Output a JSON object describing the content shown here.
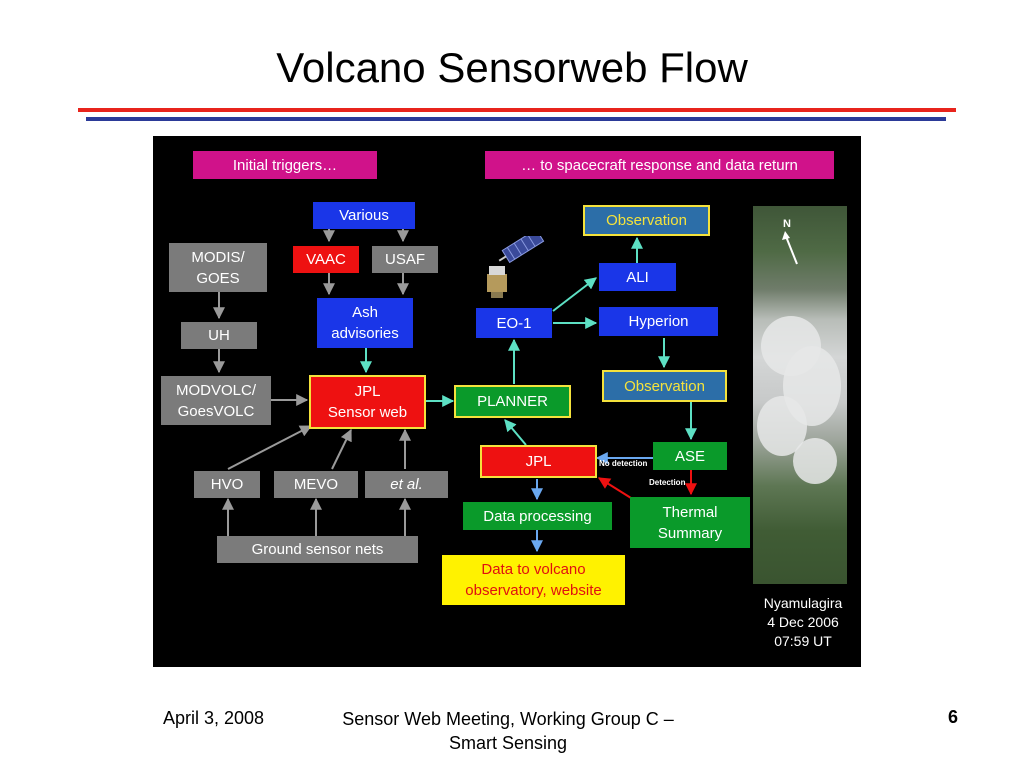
{
  "title": "Volcano Sensorweb Flow",
  "colors": {
    "rule_top": "#e8241c",
    "rule_bottom": "#2b3a98",
    "panel_background": "#000000",
    "magenta": "#d0128a",
    "blue": "#1a36e8",
    "red": "#ee1111",
    "gray": "#7b7b7b",
    "green": "#0a9a2a",
    "yellow": "#fff200",
    "highlight_border": "#f4e23c",
    "arrow_teal": "#5de0c4"
  },
  "diagram": {
    "headers": {
      "initial": "Initial triggers…",
      "response": "… to spacecraft response and data return"
    },
    "nodes": {
      "various": "Various",
      "vaac": "VAAC",
      "usaf": "USAF",
      "modis_goes": "MODIS/\nGOES",
      "uh": "UH",
      "ash_advisories": "Ash\nadvisories",
      "modvolc": "MODVOLC/\nGoesVOLC",
      "jpl_sensorweb": "JPL\nSensor web",
      "hvo": "HVO",
      "mevo": "MEVO",
      "et_al": "et al.",
      "ground_sensor_nets": "Ground sensor nets",
      "observation_top": "Observation",
      "ali": "ALI",
      "hyperion": "Hyperion",
      "eo1": "EO-1",
      "observation_mid": "Observation",
      "planner": "PLANNER",
      "jpl": "JPL",
      "ase": "ASE",
      "data_processing": "Data processing",
      "thermal_summary": "Thermal\nSummary",
      "data_to_volcano": "Data to volcano\nobservatory, website"
    },
    "edge_labels": {
      "no_detection": "No detection",
      "detection": "Detection"
    },
    "image_caption": "Nyamulagira\n4 Dec 2006\n07:59 UT",
    "image_north": "N",
    "icons": [
      "spacecraft-icon",
      "north-arrow-icon"
    ]
  },
  "footer": {
    "date": "April 3, 2008",
    "meeting": "Sensor Web Meeting, Working Group C –\nSmart Sensing",
    "page": "6"
  }
}
